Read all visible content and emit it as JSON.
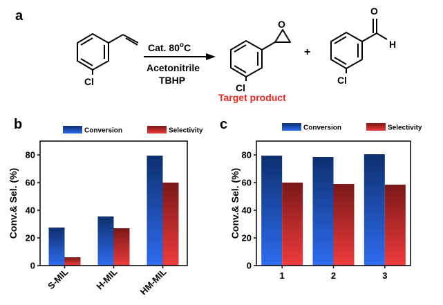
{
  "scheme": {
    "panel_label": "a",
    "conditions": [
      "Cat. 80",
      "Acetonitrile",
      "TBHP"
    ],
    "temperature_unit_sup": "o",
    "temperature_unit": "C",
    "atoms": {
      "chloro": "Cl",
      "oxygen": "O",
      "hydrogen": "H"
    },
    "plus": "+",
    "target_label": "Target product",
    "target_color": "#e8241c"
  },
  "colors": {
    "conversion": "#1f57c8",
    "selectivity": "#d83232",
    "conversion_dark": "#0d2f6e",
    "selectivity_dark": "#7a1818"
  },
  "chart_data": [
    {
      "panel_label": "b",
      "type": "bar",
      "categories": [
        "S-MIL",
        "H-MIL",
        "HM-MIL"
      ],
      "series": [
        {
          "name": "Conversion",
          "values": [
            27.5,
            35.5,
            79.5
          ]
        },
        {
          "name": "Selectivity",
          "values": [
            6,
            27,
            60
          ]
        }
      ],
      "ylabel": "Conv.& Sel. (%)",
      "ylim": [
        0,
        90
      ],
      "yticks": [
        0,
        20,
        40,
        60,
        80
      ],
      "legend": "top",
      "grid": false
    },
    {
      "panel_label": "c",
      "type": "bar",
      "categories": [
        "1",
        "2",
        "3"
      ],
      "series": [
        {
          "name": "Conversion",
          "values": [
            79.5,
            78.5,
            80.5
          ]
        },
        {
          "name": "Selectivity",
          "values": [
            60,
            59,
            58.5
          ]
        }
      ],
      "ylabel": "Conv.& Sel. (%)",
      "ylim": [
        0,
        90
      ],
      "yticks": [
        0,
        20,
        40,
        60,
        80
      ],
      "legend": "top",
      "grid": false
    }
  ]
}
